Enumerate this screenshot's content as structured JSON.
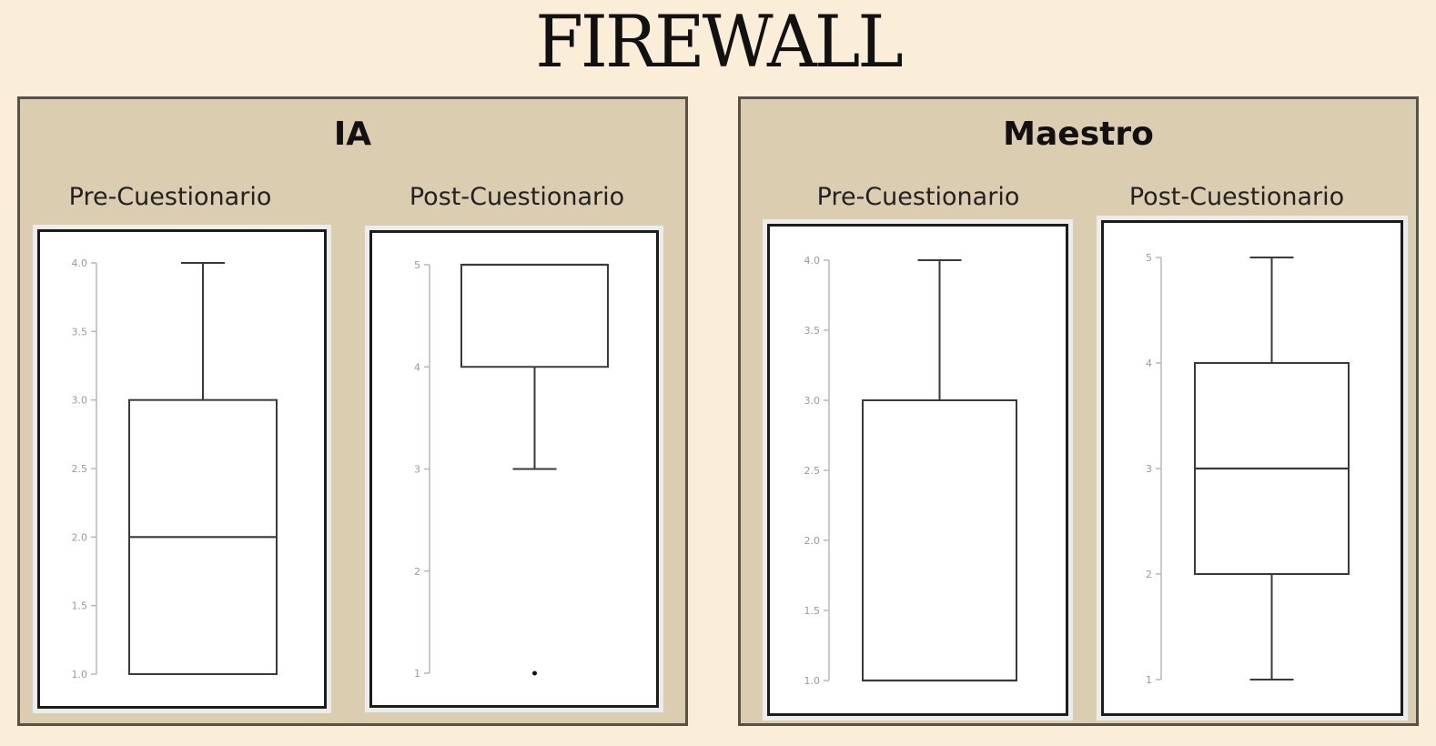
{
  "title": "FIREWALL",
  "groups": [
    {
      "name": "IA"
    },
    {
      "name": "Maestro"
    }
  ],
  "chart_data": [
    {
      "type": "boxplot",
      "group": "IA",
      "title": "Pre-Cuestionario",
      "ylim": [
        1.0,
        4.0
      ],
      "yticks": [
        "1.0",
        "1.5",
        "2.0",
        "2.5",
        "3.0",
        "3.5",
        "4.0"
      ],
      "whisker_low": 1.0,
      "q1": 1.0,
      "median": 2.0,
      "q3": 3.0,
      "whisker_high": 4.0,
      "outliers": []
    },
    {
      "type": "boxplot",
      "group": "IA",
      "title": "Post-Cuestionario",
      "ylim": [
        1,
        5
      ],
      "yticks": [
        "1",
        "2",
        "3",
        "4",
        "5"
      ],
      "whisker_low": 3,
      "q1": 4,
      "median": 5,
      "q3": 5,
      "whisker_high": 5,
      "outliers": [
        1
      ]
    },
    {
      "type": "boxplot",
      "group": "Maestro",
      "title": "Pre-Cuestionario",
      "ylim": [
        1.0,
        4.0
      ],
      "yticks": [
        "1.0",
        "1.5",
        "2.0",
        "2.5",
        "3.0",
        "3.5",
        "4.0"
      ],
      "whisker_low": 1.0,
      "q1": 1.0,
      "median": 1.0,
      "q3": 3.0,
      "whisker_high": 4.0,
      "outliers": []
    },
    {
      "type": "boxplot",
      "group": "Maestro",
      "title": "Post-Cuestionario",
      "ylim": [
        1,
        5
      ],
      "yticks": [
        "1",
        "2",
        "3",
        "4",
        "5"
      ],
      "whisker_low": 1,
      "q1": 2,
      "median": 3,
      "q3": 4,
      "whisker_high": 5,
      "outliers": []
    }
  ]
}
